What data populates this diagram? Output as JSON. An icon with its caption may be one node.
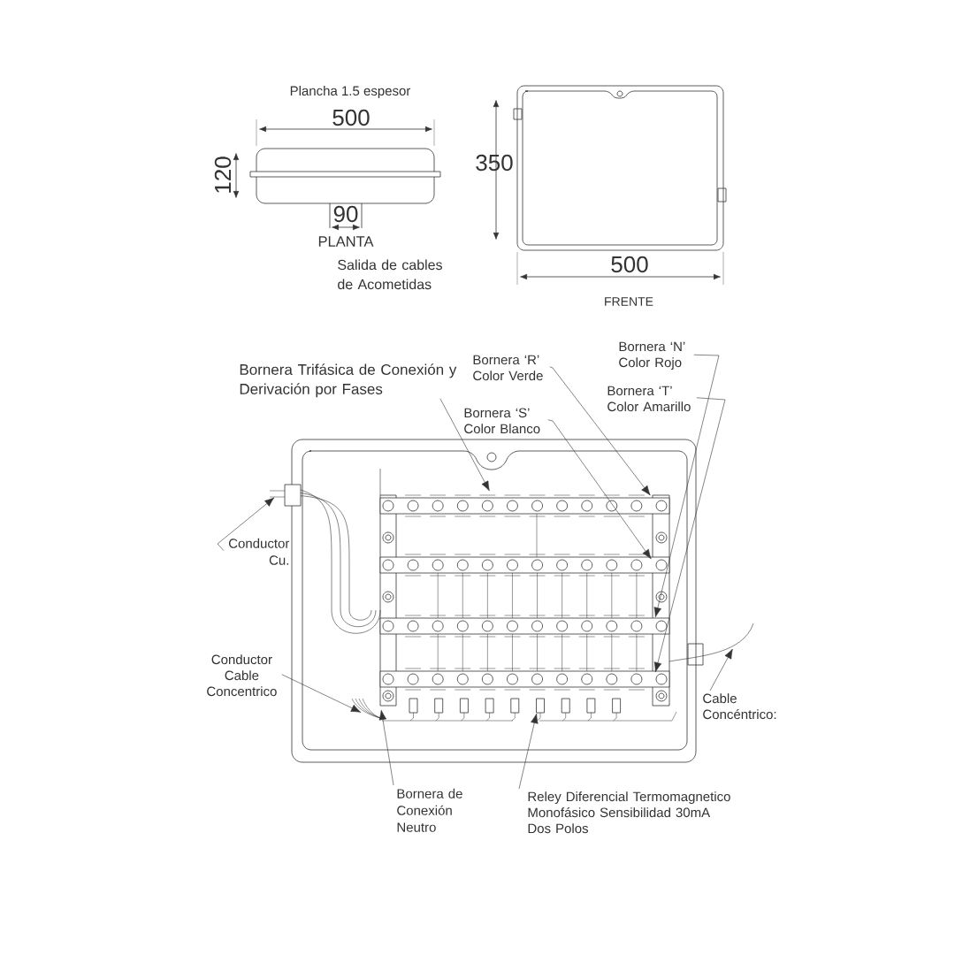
{
  "diagram": {
    "nodes": [
      {
        "text": [
          "Bornera Trifásica de Conexión y Derivación por Fases"
        ]
      },
      {
        "text": [
          "Bornera ‘R’ Color Verde"
        ]
      },
      {
        "text": [
          "Bornera ‘S’ Color Blanco"
        ]
      },
      {
        "text": [
          "Bornera ‘N’ Color Rojo"
        ]
      },
      {
        "text": [
          "Bornera ‘T’ Color Amarillo"
        ]
      },
      {
        "text": [
          "Conductor Cu."
        ]
      },
      {
        "text": [
          "Conductor Cable Concentrico"
        ]
      },
      {
        "text": [
          "Cable Concéntrico:"
        ]
      },
      {
        "text": [
          "Bornera de Conexión Neutro"
        ]
      },
      {
        "text": [
          "Reley Diferencial Termomagnetico Monofásico Sensibilidad 30mA Dos Polos"
        ]
      }
    ],
    "edges": [
      {
        "from": 0,
        "to": null,
        "arrow": "to"
      },
      {
        "from": 1,
        "to": null,
        "arrow": "to"
      },
      {
        "from": 2,
        "to": null,
        "arrow": "to"
      },
      {
        "from": 3,
        "to": null,
        "arrow": "to"
      },
      {
        "from": 4,
        "to": null,
        "arrow": "to"
      },
      {
        "from": 5,
        "to": null,
        "arrow": "to"
      },
      {
        "from": 6,
        "to": null,
        "arrow": "to"
      },
      {
        "from": 7,
        "to": null,
        "arrow": "to"
      },
      {
        "from": 8,
        "to": null,
        "arrow": "to"
      },
      {
        "from": 9,
        "to": null,
        "arrow": "to"
      }
    ],
    "labels": [
      "Plancha 1.5 espesor",
      "500",
      "120",
      "90",
      "PLANTA",
      "Salida de cables de Acometidas",
      "350",
      "500",
      "FRENTE"
    ]
  }
}
